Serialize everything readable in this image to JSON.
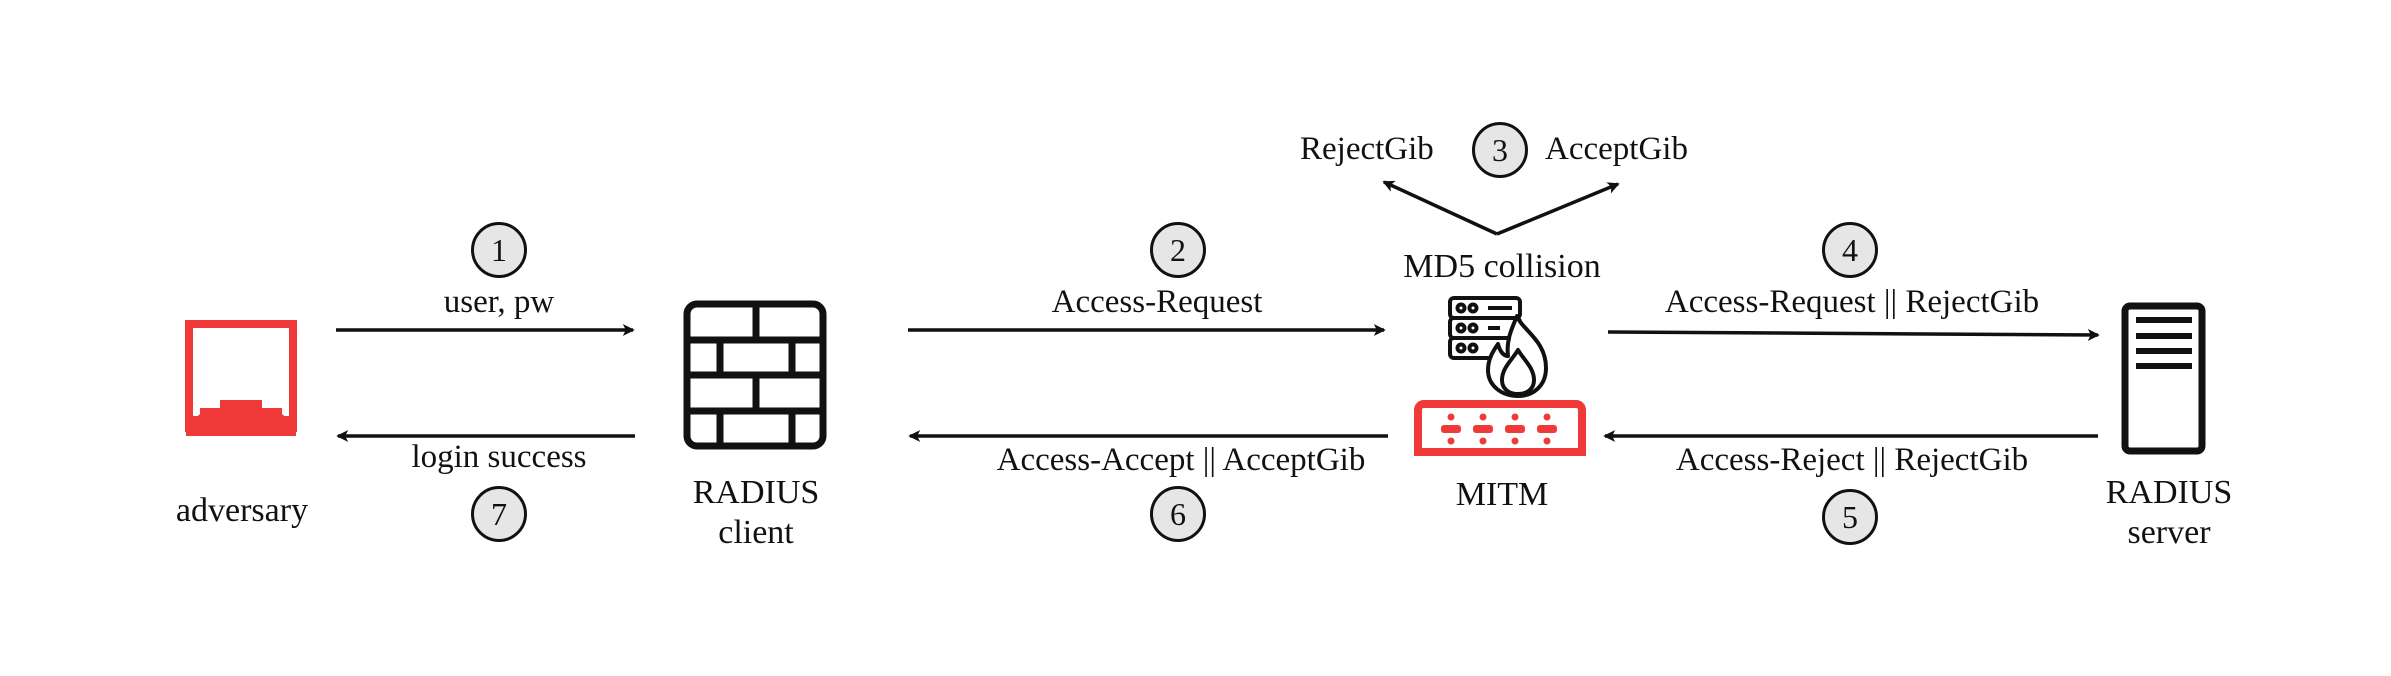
{
  "colors": {
    "attacker_red": "#f03a3a",
    "ink": "#111111",
    "step_fill": "#e6e6e6",
    "background": "#ffffff"
  },
  "nodes": {
    "adversary": {
      "label": "adversary",
      "icon": "computer-monitor-icon"
    },
    "radius_client": {
      "label_line1": "RADIUS",
      "label_line2": "client",
      "icon": "firewall-brick-icon"
    },
    "mitm": {
      "label": "MITM",
      "caption": "MD5 collision",
      "icon": "server-fire-router-icon"
    },
    "radius_server": {
      "label_line1": "RADIUS",
      "label_line2": "server",
      "icon": "server-tower-icon"
    }
  },
  "steps": [
    {
      "number": "1",
      "message": "user, pw",
      "from": "adversary",
      "to": "RADIUS client"
    },
    {
      "number": "2",
      "message": "Access-Request",
      "from": "RADIUS client",
      "to": "MITM"
    },
    {
      "number": "3",
      "left_output": "RejectGib",
      "right_output": "AcceptGib",
      "from": "MD5 collision",
      "to": "RejectGib / AcceptGib"
    },
    {
      "number": "4",
      "message": "Access-Request || RejectGib",
      "from": "MITM",
      "to": "RADIUS server"
    },
    {
      "number": "5",
      "message": "Access-Reject || RejectGib",
      "from": "RADIUS server",
      "to": "MITM"
    },
    {
      "number": "6",
      "message": "Access-Accept || AcceptGib",
      "from": "MITM",
      "to": "RADIUS client"
    },
    {
      "number": "7",
      "message": "login success",
      "from": "RADIUS client",
      "to": "adversary"
    }
  ]
}
